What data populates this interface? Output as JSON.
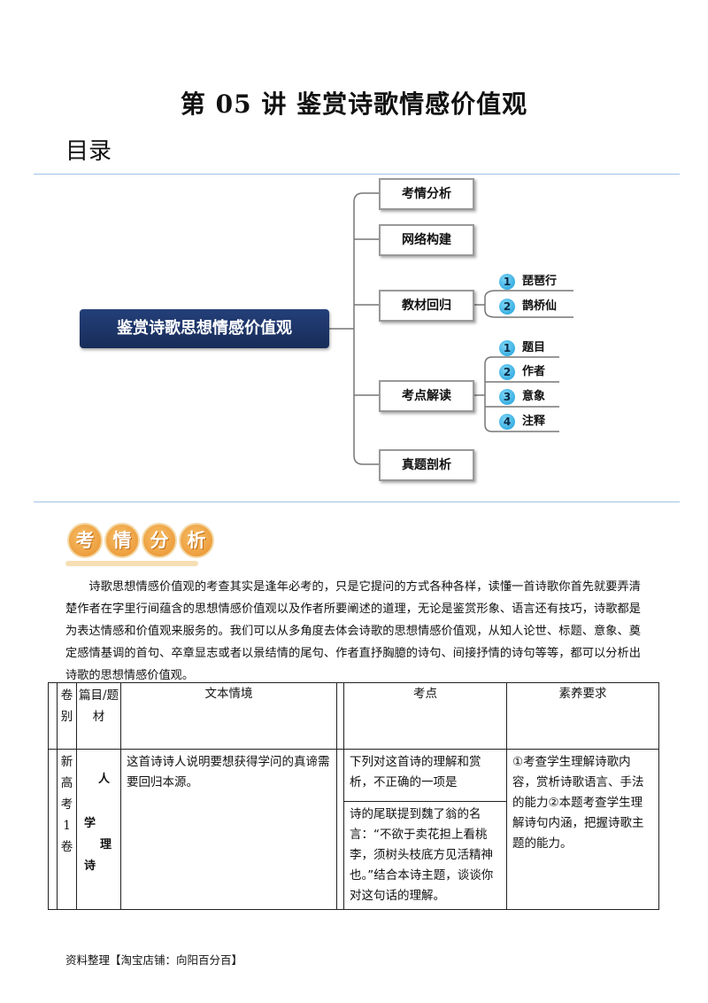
{
  "document": {
    "title": "第 05 讲  鉴赏诗歌情感价值观",
    "toc_heading": "目录",
    "footer": "资料整理【淘宝店铺：向阳百分百】"
  },
  "mindmap": {
    "root": "鉴赏诗歌思想情感价值观",
    "branches": [
      "考情分析",
      "网络构建",
      "教材回归",
      "考点解读",
      "真题剖析"
    ],
    "textbook_items": [
      {
        "num": "1",
        "label": "琵琶行"
      },
      {
        "num": "2",
        "label": "鹊桥仙"
      }
    ],
    "point_items": [
      {
        "num": "1",
        "label": "题目"
      },
      {
        "num": "2",
        "label": "作者"
      },
      {
        "num": "3",
        "label": "意象"
      },
      {
        "num": "4",
        "label": "注释"
      }
    ],
    "line_color": "#777777",
    "root_color": "#1d3668"
  },
  "section": {
    "tag_chars": [
      "考",
      "情",
      "分",
      "析"
    ],
    "paragraph": "诗歌思想情感价值观的考查其实是逢年必考的，只是它提问的方式各种各样，读懂一首诗歌你首先就要弄清楚作者在字里行间蕴含的思想情感价值观以及作者所要阐述的道理，无论是鉴赏形象、语言还有技巧，诗歌都是为表达情感和价值观来服务的。我们可以从多角度去体会诗歌的思想情感价值观，从知人论世、标题、意象、奠定感情基调的首句、卒章显志或者以景结情的尾句、作者直抒胸臆的诗句、间接抒情的诗句等等，都可以分析出诗歌的思想情感价值观。"
  },
  "table": {
    "headers": {
      "juan": "卷别",
      "pian": "篇目/题材",
      "text": "文本情境",
      "point": "考点",
      "req": "素养要求"
    },
    "row": {
      "juan": "新高考1卷",
      "pian": "人学理诗",
      "text": "这首诗诗人说明要想获得学问的真谛需要回归本源。",
      "point1": "下列对这首诗的理解和赏析，不正确的一项是",
      "point2": "诗的尾联提到魏了翁的名言：“不欲于卖花担上看桃李，须树头枝底方见活精神也。”结合本诗主题，谈谈你对这句话的理解。",
      "req": "①考查学生理解诗歌内容，赏析诗歌语言、手法的能力②本题考查学生理解诗句内涵，把握诗歌主题的能力。"
    }
  }
}
